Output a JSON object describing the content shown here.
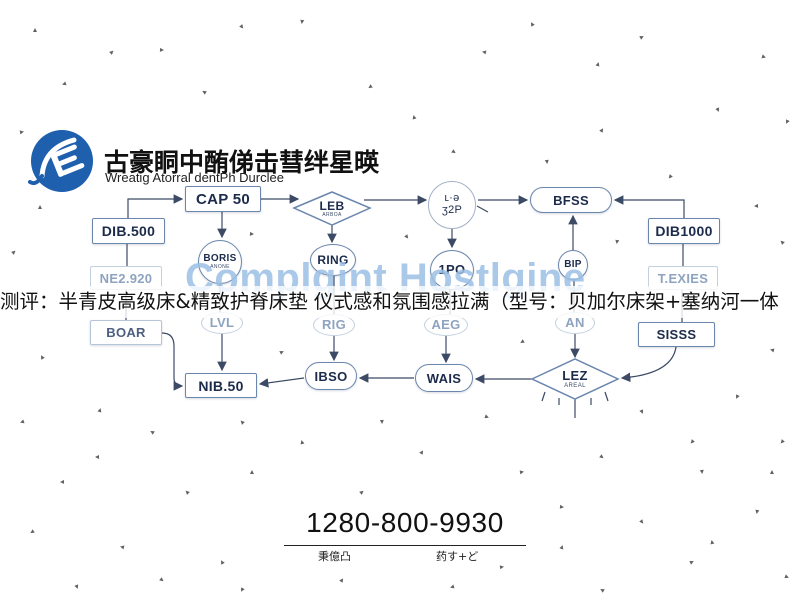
{
  "header": {
    "logo_icon": "plug-e-logo-icon",
    "title": "古豪眮中酭俤击彗绊星暎",
    "subtitle": "Wreatig Atorral dentPh Durclee"
  },
  "diagram": {
    "cap50": "CAP 50",
    "leb": "LEB",
    "leb_sub": "ARBOA",
    "hub_top": "ʟ·ə",
    "hub_bottom": "ʒ2P",
    "bfss": "BFSS",
    "dib500": "DIB.500",
    "dib1000": "DIB1000",
    "boris": "BORIS",
    "boris_sub": "ANONE",
    "ring": "RING",
    "ipo": "1PO",
    "bip": "BIP",
    "ne2920": "NE2.920",
    "texies": "T.EXIES",
    "boar": "BOAR",
    "lvl": "LVL",
    "rig": "RIG",
    "aeg": "AEG",
    "an": "AN",
    "sisss": "SISSS",
    "nib50": "NIB.50",
    "ibso": "IBSO",
    "wais": "WAIS",
    "lez": "LEZ",
    "lez_sub": "AREAL"
  },
  "watermark": "Complgint Hostlgine",
  "banner": "测评：半青皮高级床&精致护脊床垫 仪式感和氛围感拉满（型号：贝加尔床架+塞纳河一体",
  "footer": {
    "phone": "1280-800-9930",
    "caption_left": "秉億凸",
    "caption_right": "药す+ど"
  },
  "colors": {
    "logo_blue": "#1e5fae",
    "node_border": "#6a86ad",
    "node_text": "#1c2b4b",
    "watermark": "#9cc0e6"
  }
}
